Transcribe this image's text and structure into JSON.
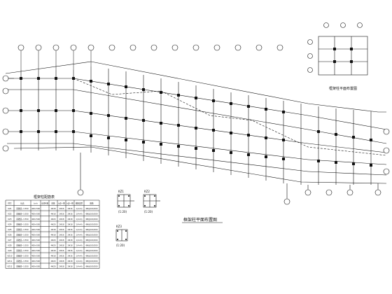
{
  "drawing": {
    "main_plan_title": "框架柱平面布置图",
    "inset_plan_title": "框架柱平面布置图",
    "column_table": {
      "title": "框架柱配筋表",
      "headers": [
        "柱号",
        "标高",
        "b×h",
        "全部纵筋",
        "角筋",
        "b边一侧",
        "h边一侧",
        "箍筋类型",
        "箍筋"
      ],
      "rows": [
        [
          "KZ1",
          "基础顶~3.550",
          "400×500",
          "",
          "4Φ18",
          "2Φ16",
          "2Φ16",
          "1(4×4)",
          "Φ8@100/200"
        ],
        [
          "KZ2",
          "基础顶~3.550",
          "400×500",
          "",
          "4Φ18",
          "2Φ16",
          "2Φ16",
          "1(4×4)",
          "Φ8@100/200"
        ],
        [
          "KZ3",
          "基础顶~3.550",
          "400×500",
          "",
          "4Φ20",
          "2Φ18",
          "2Φ18",
          "1(4×4)",
          "Φ8@100/200"
        ],
        [
          "KZ4",
          "基础顶~3.550",
          "400×500",
          "",
          "4Φ20",
          "2Φ18",
          "2Φ18",
          "1(4×4)",
          "Φ8@100/200"
        ],
        [
          "KZ5",
          "基础顶~3.550",
          "400×500",
          "",
          "4Φ18",
          "2Φ16",
          "2Φ16",
          "1(4×4)",
          "Φ8@100/200"
        ],
        [
          "KZ6",
          "基础顶~3.550",
          "400×500",
          "",
          "4Φ18",
          "2Φ16",
          "2Φ16",
          "1(4×4)",
          "Φ8@100/200"
        ],
        [
          "KZ7",
          "基础顶~3.550",
          "400×500",
          "",
          "4Φ20",
          "2Φ18",
          "2Φ18",
          "1(4×4)",
          "Φ8@100/200"
        ],
        [
          "KZ8",
          "基础顶~3.550",
          "400×500",
          "",
          "4Φ20",
          "2Φ18",
          "2Φ18",
          "1(4×4)",
          "Φ8@100/200"
        ],
        [
          "KZ9",
          "基础顶~3.550",
          "400×500",
          "",
          "4Φ18",
          "2Φ16",
          "2Φ16",
          "1(4×4)",
          "Φ8@100/200"
        ],
        [
          "KZ10",
          "基础顶~3.550",
          "400×500",
          "",
          "4Φ18",
          "2Φ16",
          "2Φ16",
          "1(4×4)",
          "Φ8@100/200"
        ],
        [
          "KZ11",
          "基础顶~3.550",
          "400×500",
          "",
          "4Φ20",
          "2Φ18",
          "2Φ18",
          "1(4×4)",
          "Φ8@100/200"
        ],
        [
          "KZ12",
          "基础顶~3.550",
          "400×500",
          "",
          "4Φ20",
          "2Φ18",
          "2Φ18",
          "1(4×4)",
          "Φ8@100/200"
        ]
      ]
    },
    "section_labels": [
      "KZ1",
      "KZ2",
      "KZ3"
    ],
    "section_captions": [
      "(1:20)",
      "(1:20)",
      "(1:20)"
    ],
    "colors": {
      "line": "#111111",
      "paper": "#ffffff"
    }
  }
}
